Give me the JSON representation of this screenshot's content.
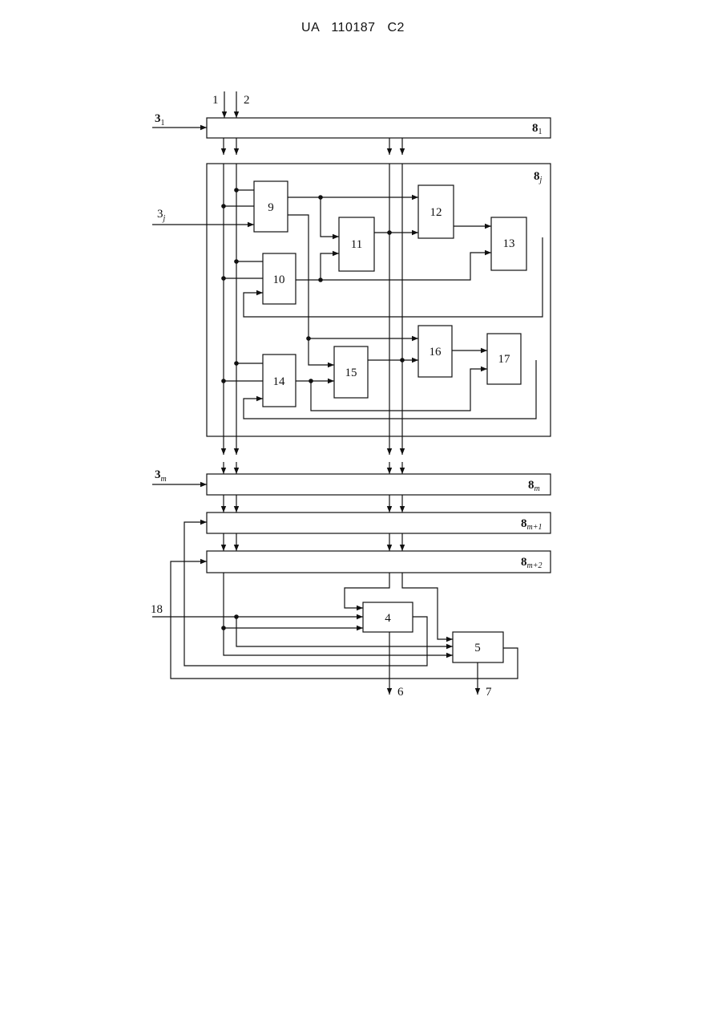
{
  "header": "UA 110187 C2",
  "diagram": {
    "inputs": {
      "in1": "1",
      "in2": "2",
      "in18": "18"
    },
    "side_inputs": {
      "s1": {
        "base": "3",
        "sub": "1"
      },
      "sj": {
        "base": "3",
        "sub": "j"
      },
      "sm": {
        "base": "3",
        "sub": "m"
      }
    },
    "bus_labels": {
      "b1": {
        "base": "8",
        "sub": "1"
      },
      "bj": {
        "base": "8",
        "sub": "j"
      },
      "bm": {
        "base": "8",
        "sub": "m"
      },
      "bm1": {
        "base": "8",
        "sub": "m+1"
      },
      "bm2": {
        "base": "8",
        "sub": "m+2"
      }
    },
    "blocks": {
      "b4": "4",
      "b5": "5",
      "b9": "9",
      "b10": "10",
      "b11": "11",
      "b12": "12",
      "b13": "13",
      "b14": "14",
      "b15": "15",
      "b16": "16",
      "b17": "17"
    },
    "outputs": {
      "o6": "6",
      "o7": "7"
    }
  }
}
